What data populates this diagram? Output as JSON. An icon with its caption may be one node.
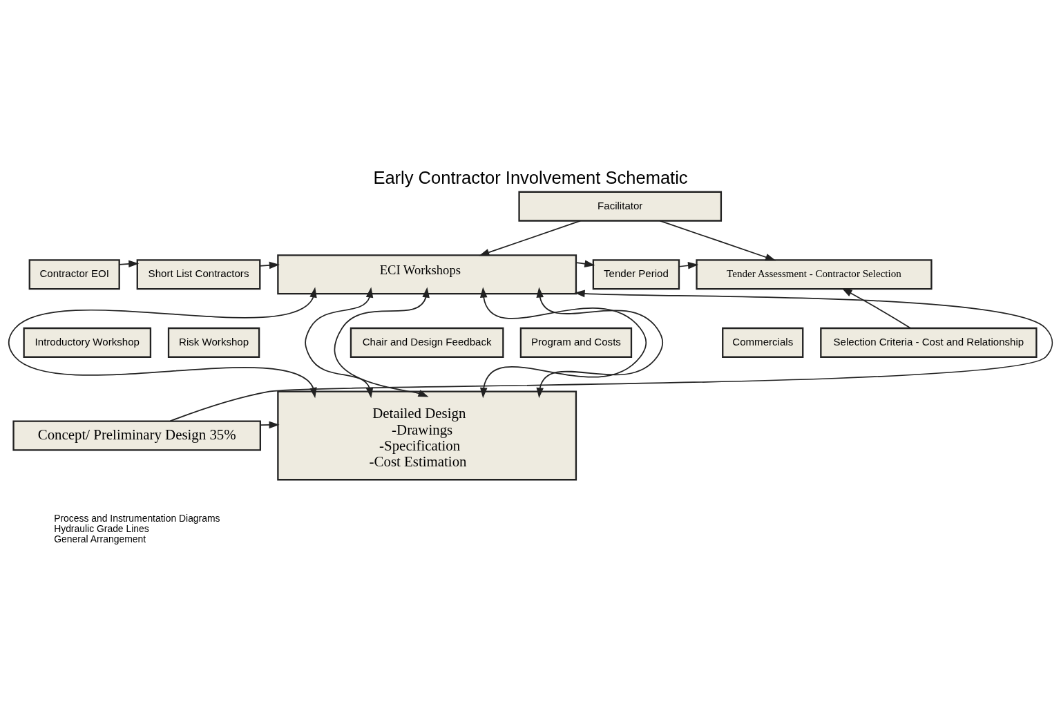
{
  "diagram": {
    "title": "Early Contractor Involvement Schematic",
    "nodes": [
      {
        "text": [
          "Contractor EOI"
        ]
      },
      {
        "text": [
          "Short List Contractors"
        ]
      },
      {
        "text": [
          "ECI Workshops"
        ]
      },
      {
        "text": [
          "Facilitator"
        ]
      },
      {
        "text": [
          "Tender Period"
        ]
      },
      {
        "text": [
          "Tender Assessment - Contractor Selection"
        ]
      },
      {
        "text": [
          "Selection Criteria - Cost and Relationship"
        ]
      },
      {
        "text": [
          "Introductory Workshop"
        ]
      },
      {
        "text": [
          "Risk Workshop"
        ]
      },
      {
        "text": [
          "Chair and Design Feedback"
        ]
      },
      {
        "text": [
          "Program and Costs"
        ]
      },
      {
        "text": [
          "Commercials"
        ]
      },
      {
        "text": [
          "Concept/ Preliminary Design 35%"
        ],
        "beside": [
          "Process and Instrumentation Diagrams",
          "Hydraulic Grade Lines",
          "General Arrangement"
        ]
      },
      {
        "text": [
          "Detailed Design",
          "-Drawings",
          "-Specification",
          "-Cost Estimation"
        ]
      }
    ],
    "edges": [
      {
        "from": 0,
        "to": 1,
        "arrow": "to"
      },
      {
        "from": 1,
        "to": 2,
        "arrow": "to"
      },
      {
        "from": 3,
        "to": 2,
        "arrow": "to"
      },
      {
        "from": 3,
        "to": 5,
        "arrow": "to"
      },
      {
        "from": 2,
        "to": 4,
        "arrow": "to"
      },
      {
        "from": 4,
        "to": 5,
        "arrow": "to"
      },
      {
        "from": 6,
        "to": 5,
        "arrow": "to"
      },
      {
        "from": 2,
        "to": 13,
        "arrow": "both"
      },
      {
        "from": 2,
        "to": 13,
        "arrow": "both"
      },
      {
        "from": 2,
        "to": 13,
        "arrow": "both"
      },
      {
        "from": 2,
        "to": 13,
        "arrow": "both"
      },
      {
        "from": 2,
        "to": 13,
        "arrow": "both"
      },
      {
        "from": 12,
        "to": 13,
        "arrow": "to"
      },
      {
        "from": 12,
        "to": 2,
        "arrow": "to"
      }
    ]
  }
}
